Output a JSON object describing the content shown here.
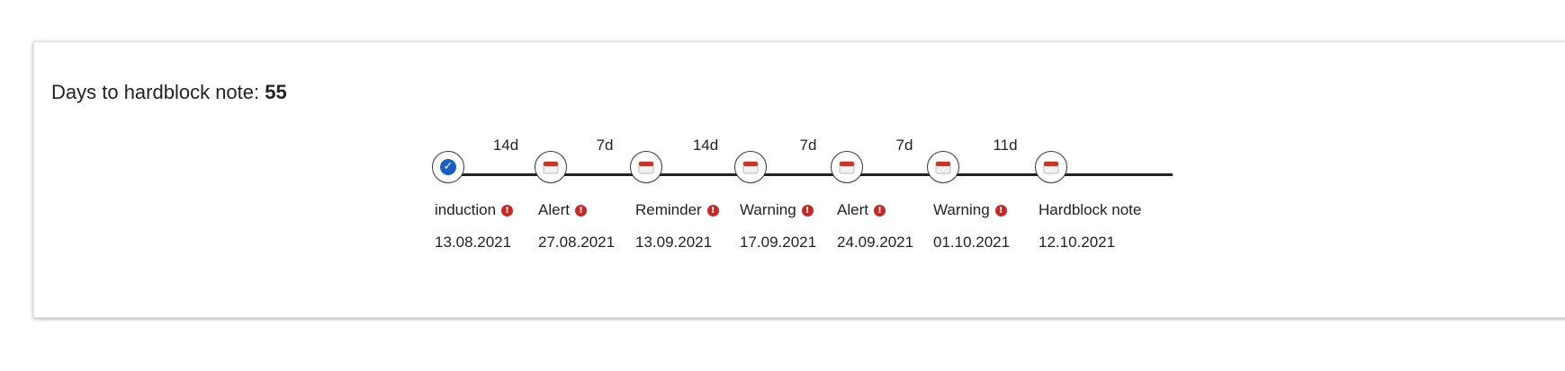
{
  "header": {
    "label": "Days to hardblock note:",
    "value": "55"
  },
  "steps": [
    {
      "label": "induction",
      "date": "13.08.2021",
      "status": "done",
      "warning": true
    },
    {
      "label": "Alert",
      "date": "27.08.2021",
      "status": "scheduled",
      "warning": true
    },
    {
      "label": "Reminder",
      "date": "13.09.2021",
      "status": "scheduled",
      "warning": true
    },
    {
      "label": "Warning",
      "date": "17.09.2021",
      "status": "scheduled",
      "warning": true
    },
    {
      "label": "Alert",
      "date": "24.09.2021",
      "status": "scheduled",
      "warning": true
    },
    {
      "label": "Warning",
      "date": "01.10.2021",
      "status": "scheduled",
      "warning": true
    },
    {
      "label": "Hardblock note",
      "date": "12.10.2021",
      "status": "scheduled",
      "warning": false
    }
  ],
  "gaps": [
    "14d",
    "7d",
    "14d",
    "7d",
    "7d",
    "11d"
  ],
  "icons": {
    "done": "check-circle-icon",
    "scheduled": "calendar-icon",
    "warning": "exclamation-icon"
  },
  "colors": {
    "done": "#1a5fbf",
    "warning": "#c62828",
    "calendar": "#c0392b"
  }
}
